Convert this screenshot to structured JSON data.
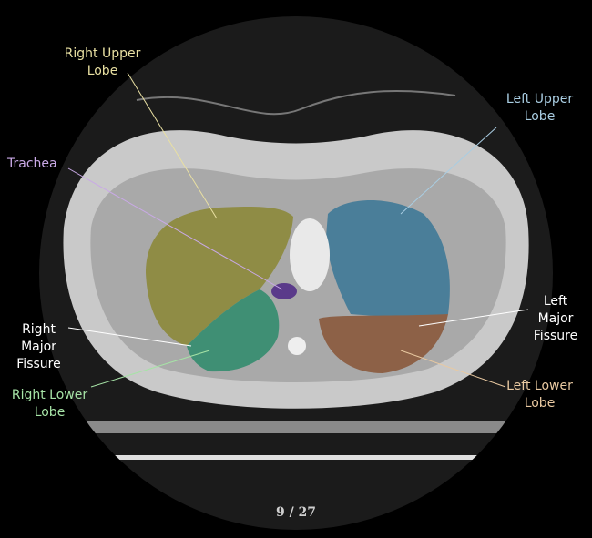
{
  "labels": {
    "right_upper_lobe": "Right Upper\nLobe",
    "left_upper_lobe": "Left Upper\nLobe",
    "trachea": "Trachea",
    "right_major_fissure": "Right\nMajor\nFissure",
    "left_major_fissure": "Left\nMajor\nFissure",
    "right_lower_lobe": "Right Lower\nLobe",
    "left_lower_lobe": "Left Lower\nLobe"
  },
  "colors": {
    "right_upper_lobe": "#e9e0a2",
    "left_upper_lobe": "#a9cde2",
    "trachea": "#c9a9e6",
    "fissure": "#ffffff",
    "right_lower_lobe": "#a6e3a6",
    "left_lower_lobe": "#e9c9a1"
  },
  "viewer": {
    "slice_counter": "9 / 27"
  }
}
